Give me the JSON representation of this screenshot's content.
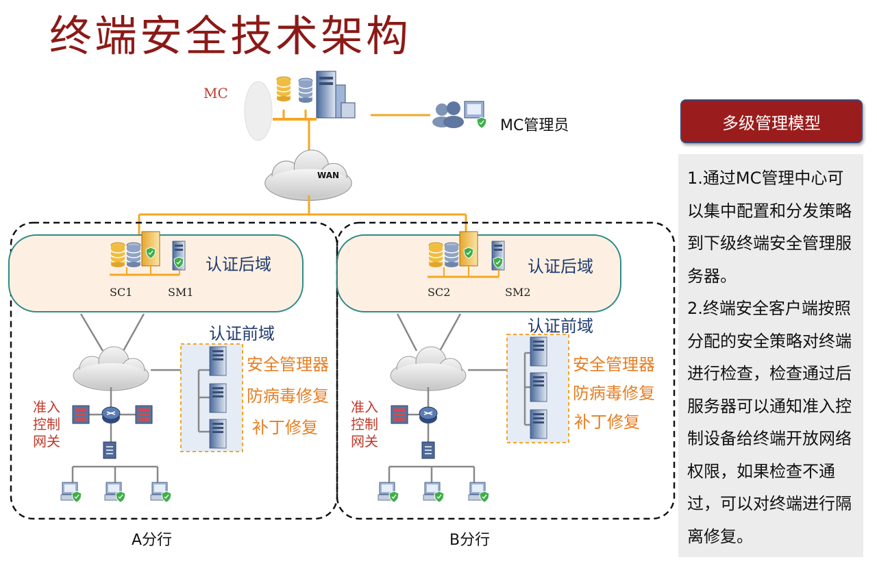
{
  "title": "终端安全技术架构",
  "top": {
    "mc_label": "MC",
    "admin_label": "MC管理员",
    "wan_label": "WAN"
  },
  "branches": [
    {
      "name": "A分行",
      "back_zone": "认证后域",
      "front_zone": "认证前域",
      "sc": "SC1",
      "sm": "SM1",
      "services": [
        "安全管理器",
        "防病毒修复",
        "补丁修复"
      ],
      "gateway": [
        "准入",
        "控制",
        "网关"
      ]
    },
    {
      "name": "B分行",
      "back_zone": "认证后域",
      "front_zone": "认证前域",
      "sc": "SC2",
      "sm": "SM2",
      "services": [
        "安全管理器",
        "防病毒修复",
        "补丁修复"
      ],
      "gateway": [
        "准入",
        "控制",
        "网关"
      ]
    }
  ],
  "panel": {
    "heading": "多级管理模型",
    "paragraphs": [
      "1.通过MC管理中心可以集中配置和分发策略到下级终端安全管理服务器。",
      "2.终端安全客户端按照分配的安全策略对终端进行检查，检查通过后服务器可以通知准入控制设备给终端开放网络权限，如果检查不通过，可以对终端进行隔离修复。"
    ]
  },
  "colors": {
    "title": "#8b1a17",
    "link": "#f5a623",
    "zone_fill": "#fdf0e2",
    "zone_border": "#2e8b87",
    "service_text": "#e67e22",
    "gateway_text": "#c0392b",
    "panel_head": "#9b1c1c"
  }
}
